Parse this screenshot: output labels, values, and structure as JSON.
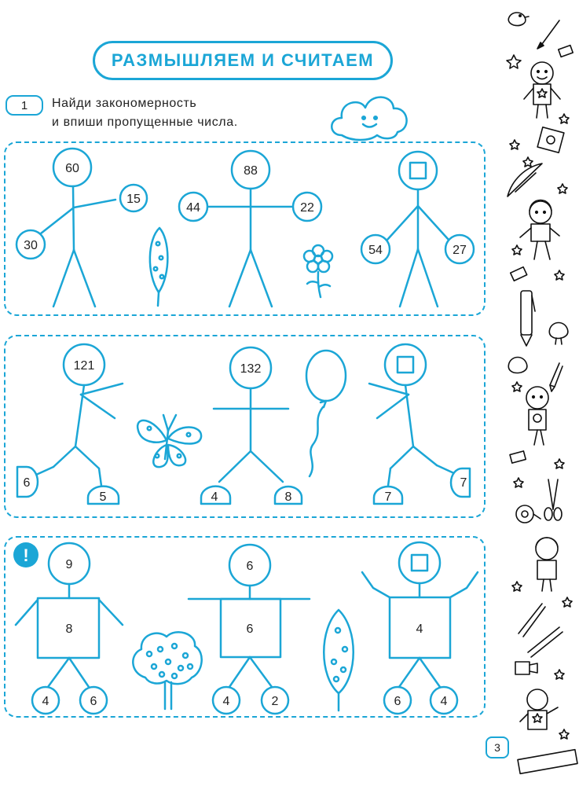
{
  "header": {
    "title": "РАЗМЫШЛЯЕМ И СЧИТАЕМ"
  },
  "task": {
    "number": "1",
    "line1": "Найди закономерность",
    "line2": "и впиши пропущенные числа."
  },
  "row1": {
    "f1": {
      "head": "60",
      "right_hand": "15",
      "left_hand": "30"
    },
    "f2": {
      "head": "88",
      "left_hand": "44",
      "right_hand": "22"
    },
    "f3": {
      "head": "",
      "left_hand": "54",
      "right_hand": "27"
    }
  },
  "row2": {
    "f1": {
      "head": "121",
      "left_foot": "6",
      "right_foot": "5"
    },
    "f2": {
      "head": "132",
      "left_foot": "4",
      "right_foot": "8"
    },
    "f3": {
      "head": "",
      "left_foot": "7",
      "right_foot": "7"
    }
  },
  "row3": {
    "mark": "!",
    "f1": {
      "head": "9",
      "body": "8",
      "left_foot": "4",
      "right_foot": "6"
    },
    "f2": {
      "head": "6",
      "body": "6",
      "left_foot": "4",
      "right_foot": "2"
    },
    "f3": {
      "head": "",
      "body": "4",
      "left_foot": "6",
      "right_foot": "4"
    }
  },
  "footer": {
    "page_number": "3"
  },
  "colors": {
    "accent": "#1ba6d6",
    "text": "#222222"
  }
}
